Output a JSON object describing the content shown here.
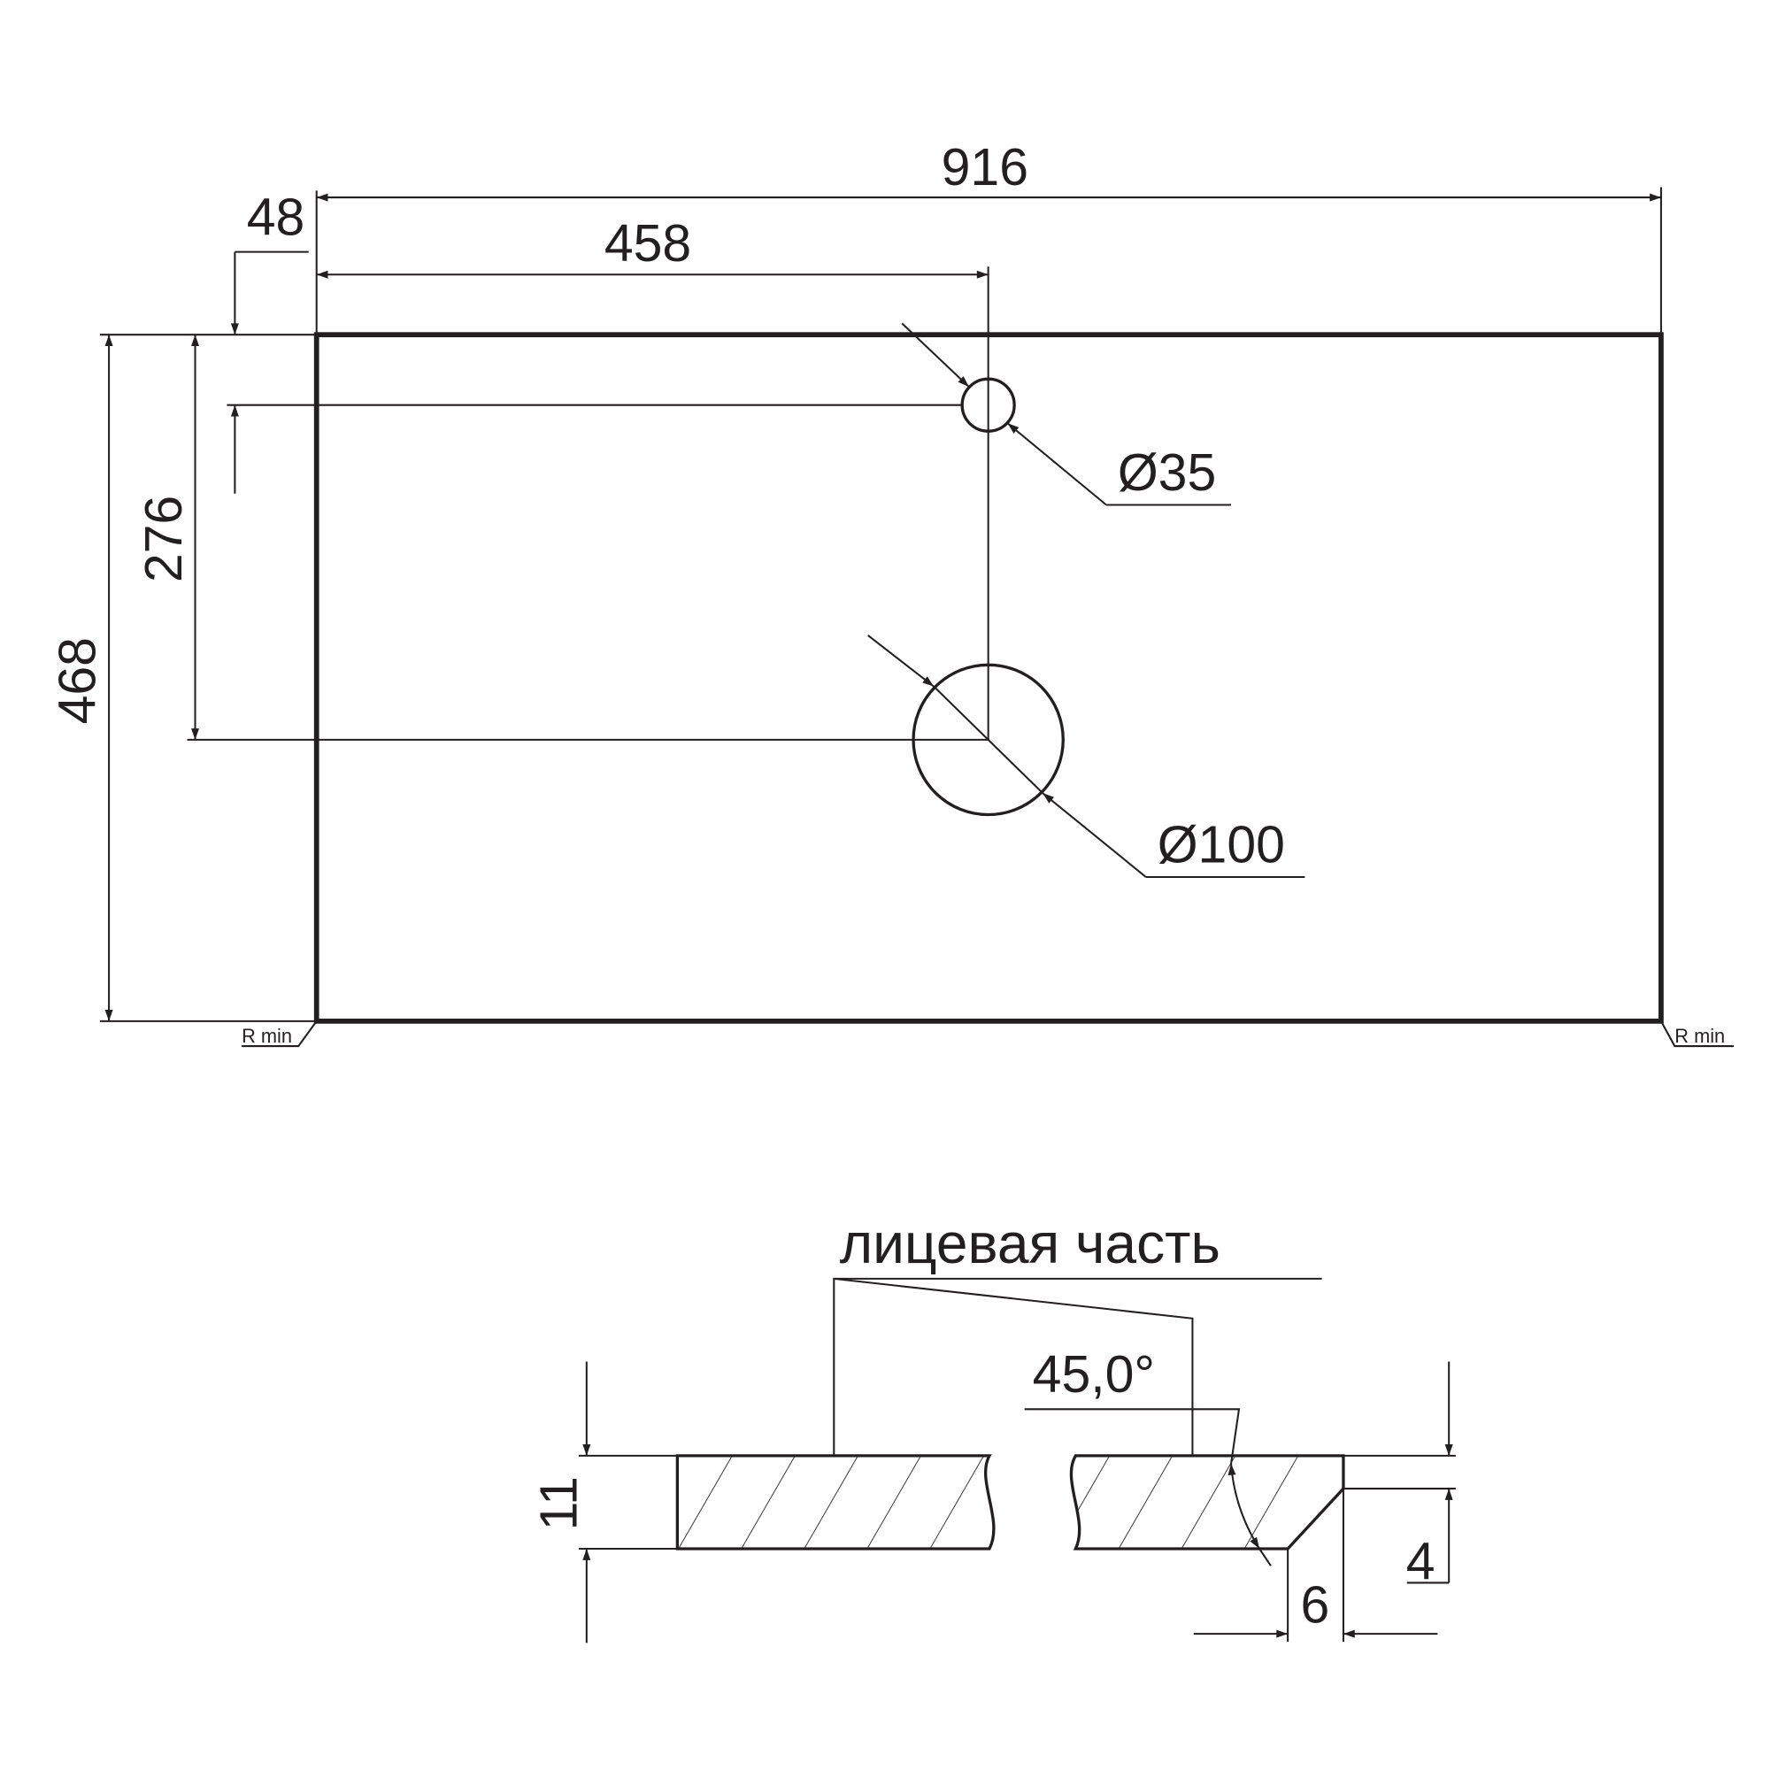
{
  "drawing": {
    "top_view": {
      "overall_width": "916",
      "hole_offset_x": "458",
      "small_hole_offset_y": "48",
      "big_hole_offset_y": "276",
      "overall_depth": "468",
      "small_hole_diameter": "Ø35",
      "big_hole_diameter": "Ø100",
      "corner_left": "R min",
      "corner_right": "R min"
    },
    "section": {
      "face_label": "лицевая часть",
      "thickness": "11",
      "chamfer_angle": "45,0°",
      "chamfer_height": "4",
      "chamfer_width": "6"
    }
  },
  "colors": {
    "line": "#231f20",
    "background": "#ffffff"
  }
}
